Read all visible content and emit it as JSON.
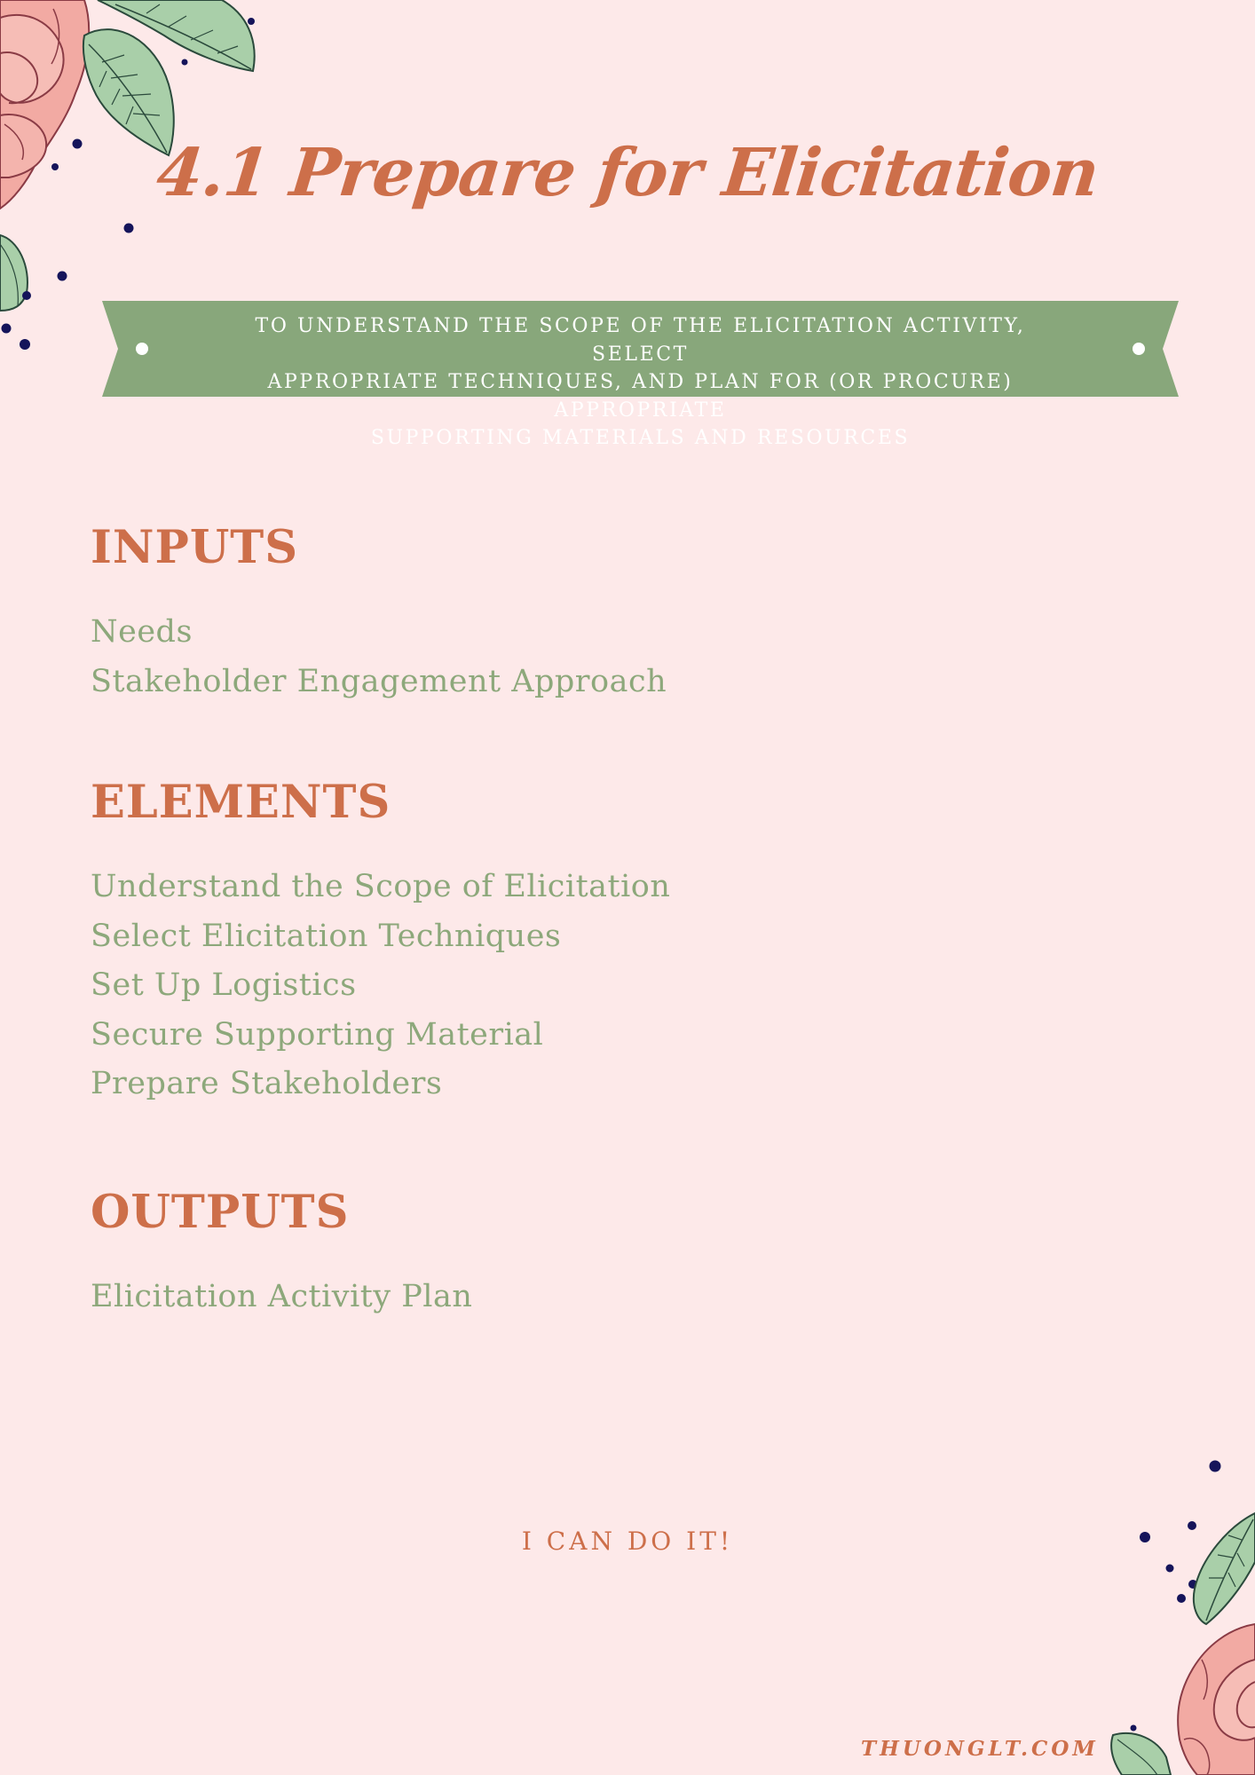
{
  "page": {
    "title": "4.1 Prepare for Elicitation",
    "banner_text": "TO UNDERSTAND THE SCOPE OF THE ELICITATION ACTIVITY, SELECT\nAPPROPRIATE TECHNIQUES, AND PLAN FOR (OR PROCURE) APPROPRIATE\nSUPPORTING MATERIALS AND RESOURCES"
  },
  "sections": [
    {
      "heading": "INPUTS",
      "items": [
        "Needs",
        "Stakeholder Engagement Approach"
      ]
    },
    {
      "heading": "ELEMENTS",
      "items": [
        "Understand the Scope of Elicitation",
        "Select Elicitation Techniques",
        "Set Up Logistics",
        "Secure Supporting Material",
        "Prepare Stakeholders"
      ]
    },
    {
      "heading": "OUTPUTS",
      "items": [
        "Elicitation Activity Plan"
      ]
    }
  ],
  "footer": {
    "motto": "I CAN DO IT!",
    "site": "THUONGLT.COM"
  },
  "colors": {
    "background": "#fde9e9",
    "accent": "#cd6f4a",
    "green": "#8da87b",
    "dots": "#15145a"
  },
  "decorations": [
    "rose-flower-icon",
    "leaf-icon",
    "dot-icon"
  ]
}
